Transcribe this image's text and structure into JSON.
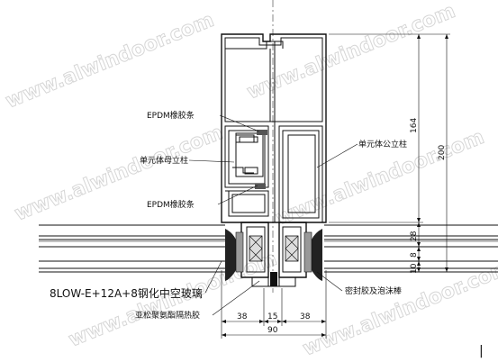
{
  "watermark": "www.alwindoor.com",
  "labels": {
    "epdm_top": "EPDM橡胶条",
    "female_mullion": "单元体母立柱",
    "male_mullion": "单元体公立柱",
    "epdm_mid": "EPDM橡胶条",
    "glass": "8LOW-E+12A+8钢化中空玻璃",
    "sealant": "密封胶及泡沫棒",
    "thermal_break": "亚松聚氨酯隔热胶"
  },
  "dimensions": {
    "horiz_left": "38",
    "horiz_mid": "15",
    "horiz_right": "38",
    "horiz_total": "90",
    "vert_164": "164",
    "vert_200": "200",
    "vert_28": "28",
    "vert_8": "8",
    "vert_10": "10"
  },
  "cursor_mark": "|"
}
